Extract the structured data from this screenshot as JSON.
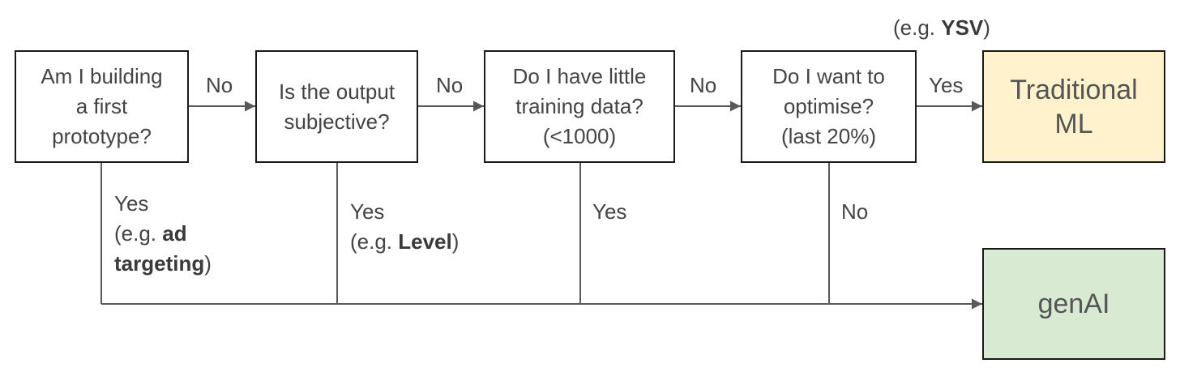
{
  "diagram": {
    "colors": {
      "line": "#595959",
      "border": "#1a1a1a",
      "text": "#444444",
      "ml_fill": "#fff2cc",
      "genai_fill": "#d9ead3"
    },
    "questions": [
      {
        "text": "Am I building\na first\nprototype?"
      },
      {
        "text": "Is the output\nsubjective?"
      },
      {
        "text": "Do I have little\ntraining data?\n(<1000)"
      },
      {
        "text": "Do I want to\noptimise?\n(last 20%)"
      }
    ],
    "results": {
      "traditional_ml": "Traditional\nML",
      "genai": "genAI"
    },
    "edges": {
      "q1_no": "No",
      "q2_no": "No",
      "q3_no": "No",
      "q4_yes": "Yes",
      "q4_yes_example": {
        "prefix": "(e.g. ",
        "bold": "YSV",
        "suffix": ")"
      },
      "q1_yes": "Yes",
      "q1_yes_example": {
        "prefix": "(e.g. ",
        "bold1": "ad",
        "bold2": "targeting",
        "suffix": ")"
      },
      "q2_yes": "Yes",
      "q2_yes_example": {
        "prefix": "(e.g. ",
        "bold": "Level",
        "suffix": ")"
      },
      "q3_yes": "Yes",
      "q4_no": "No"
    }
  }
}
